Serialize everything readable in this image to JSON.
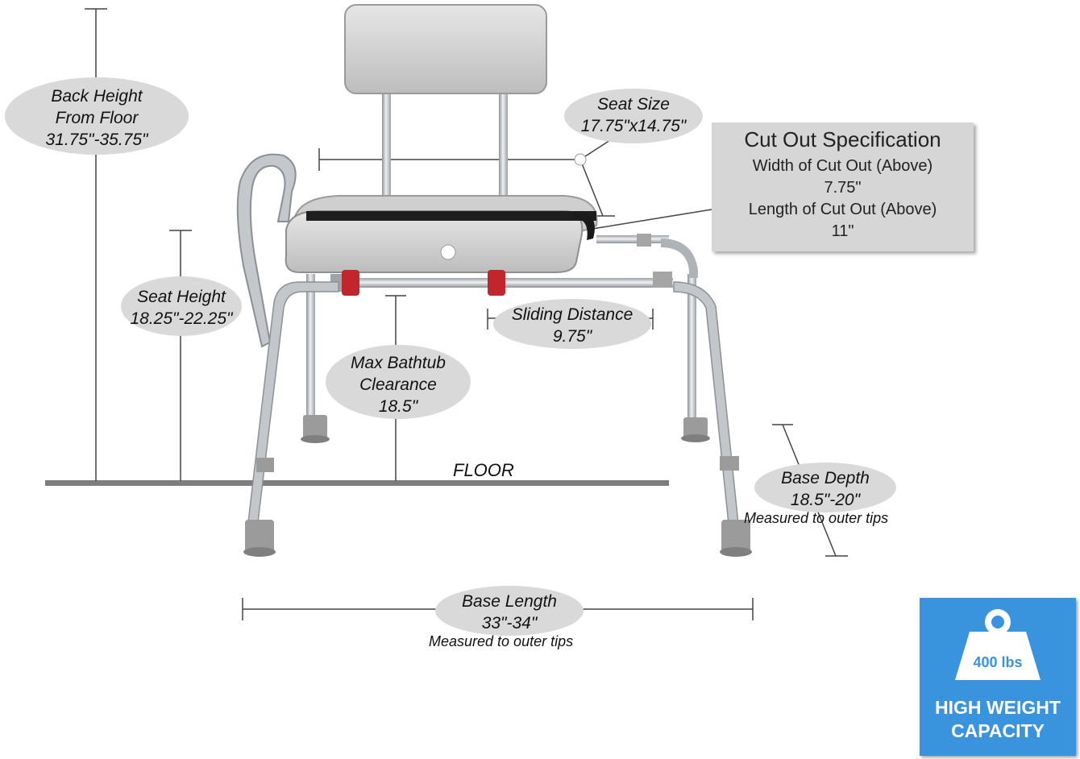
{
  "labels": {
    "back_height": [
      "Back Height",
      "From Floor",
      "31.75\"-35.75\""
    ],
    "seat_size": [
      "Seat Size",
      "17.75\"x14.75\""
    ],
    "seat_height": [
      "Seat Height",
      "18.25\"-22.25\""
    ],
    "sliding_distance": [
      "Sliding Distance",
      "9.75\""
    ],
    "max_clearance": [
      "Max Bathtub",
      "Clearance",
      "18.5\""
    ],
    "floor": "FLOOR",
    "base_depth": [
      "Base Depth",
      "18.5\"-20\""
    ],
    "base_depth_note": "Measured to outer tips",
    "base_length": [
      "Base Length",
      "33\"-34\""
    ],
    "base_length_note": "Measured to outer tips"
  },
  "cutout_spec": {
    "title": "Cut Out Specification",
    "width_label": "Width of Cut Out (Above)",
    "width_value": "7.75\"",
    "length_label": "Length of Cut Out (Above)",
    "length_value": "11\""
  },
  "badge": {
    "weight": "400 lbs",
    "line1": "HIGH WEIGHT",
    "line2": "CAPACITY"
  },
  "colors": {
    "badge_bg": "#3a93dd",
    "oval": "#d9d9d9",
    "spec_box": "#d6d6d6",
    "frame_metal": "#c9ccd0",
    "seat": "#dcdcdc",
    "clamp_red": "#c0262b"
  }
}
